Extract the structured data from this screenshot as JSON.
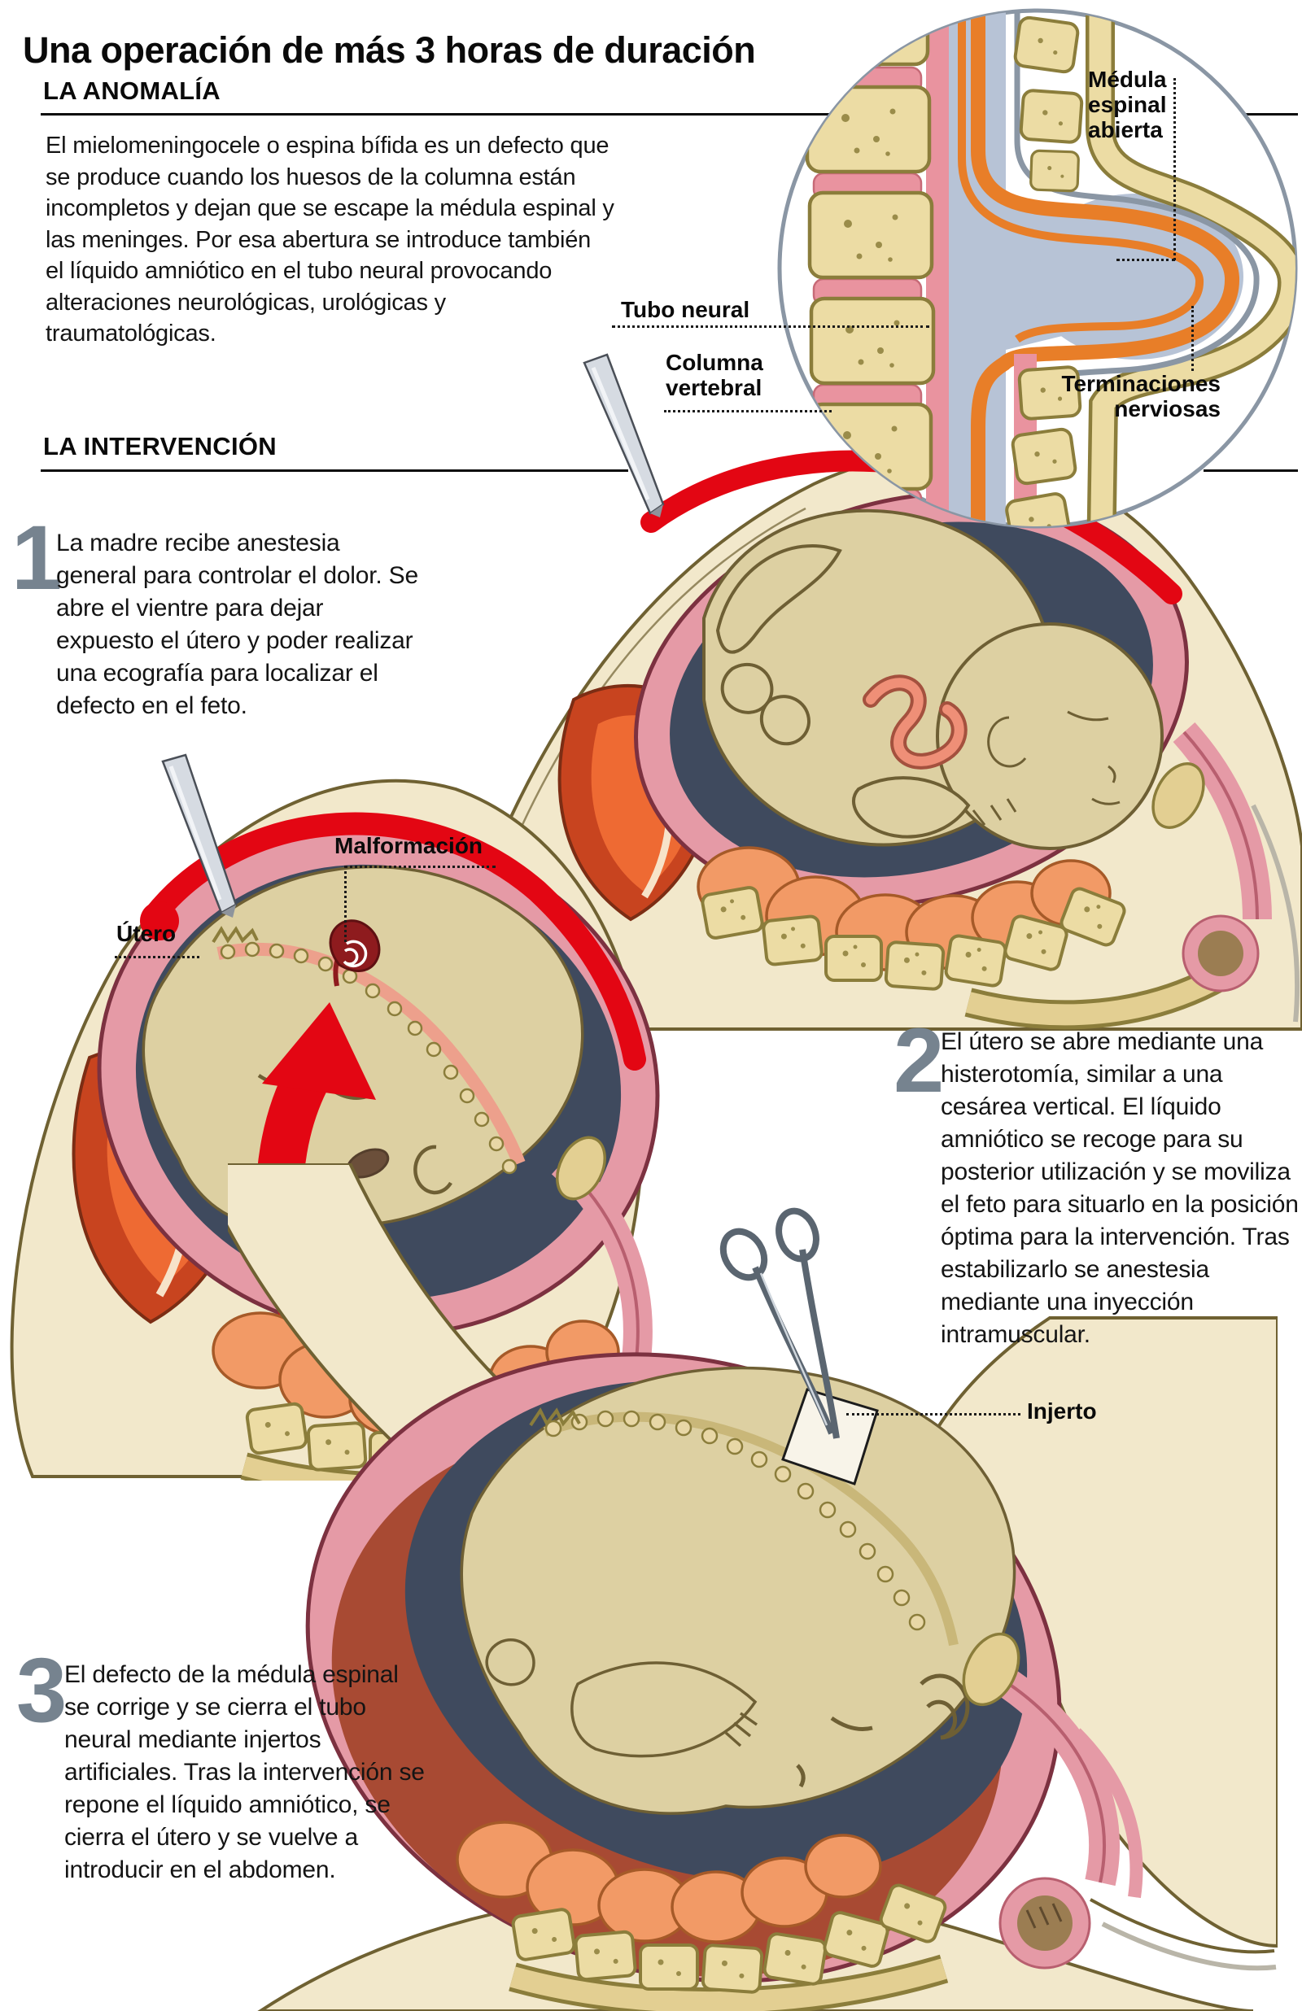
{
  "page": {
    "title": "Una operación de más 3 horas de duración"
  },
  "sections": {
    "anomalia": {
      "heading": "LA ANOMALÍA",
      "body": "El mielomeningocele o espina bífida es un defecto que se produce cuando los huesos de la columna están incompletos y dejan que se escape la médula espinal y las meninges. Por esa abertura se introduce también el líquido amniótico en el tubo neural provocando alteraciones neurológicas, urológicas y traumatológicas."
    },
    "intervencion": {
      "heading": "LA INTERVENCIÓN"
    }
  },
  "anatomy_labels": {
    "medula_espinal_abierta": "Médula espinal abierta",
    "tubo_neural": "Tubo neural",
    "columna_vertebral": "Columna vertebral",
    "terminaciones_nerviosas": "Terminaciones nerviosas",
    "malformacion": "Malformación",
    "utero": "Útero",
    "injerto": "Injerto"
  },
  "steps": [
    {
      "number": "1",
      "text": "La madre recibe anestesia general para controlar el dolor. Se abre el vientre para dejar expuesto el útero y poder realizar una ecografía para localizar el defecto en el feto."
    },
    {
      "number": "2",
      "text": "El útero se abre mediante una histerotomía, similar a una cesárea vertical. El líquido amniótico se recoge para su posterior utilización y se moviliza el feto para situarlo en la posición óptima para la intervención. Tras estabilizarlo se anestesia mediante una inyección intramuscular."
    },
    {
      "number": "3",
      "text": "El defecto de la médula espinal se corrige y se cierra el tubo neural mediante injertos artificiales. Tras la intervención se repone el líquido amniótico, se cierra el útero y se vuelve a introducir en el abdomen."
    }
  ],
  "palette": {
    "incision_red": "#e30613",
    "uterus_pink": "#e59aa6",
    "uterus_outline": "#7c3140",
    "amniotic_slate": "#3f4a5e",
    "body_cream": "#f2e8cb",
    "bone_tan": "#ecdca4",
    "bone_outline": "#8b7d3b",
    "fetus_tan": "#ddd0a2",
    "nerve_orange": "#e87e28",
    "csf_blue": "#b7c3d6",
    "organ_red": "#d85327",
    "intestine_orange": "#f29a66",
    "disc_pink": "#e9939f",
    "step_number_grey": "#76838f",
    "circle_outline": "#8a96a4"
  }
}
